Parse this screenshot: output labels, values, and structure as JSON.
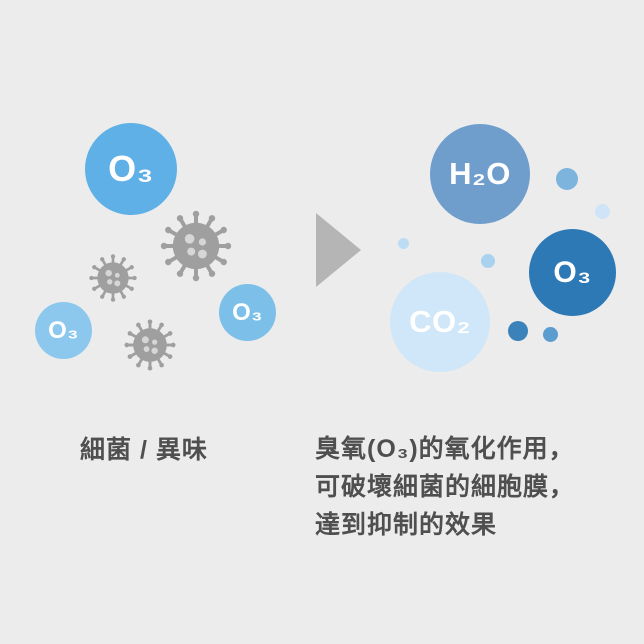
{
  "diagram": {
    "left_group": {
      "o3_large_label": "O₃",
      "o3_small_label": "O₃",
      "o3_medium_label": "O₃",
      "caption": "細菌 / 異味"
    },
    "right_group": {
      "h2o_label": "H₂O",
      "co2_label": "CO₂",
      "o3_label": "O₃",
      "caption_lines": {
        "line1": "臭氧(O₃)的氧化作用，",
        "line2": "可破壞細菌的細胞膜，",
        "line3": "達到抑制的效果"
      }
    },
    "icons": {
      "virus": "germ-virus-icon",
      "arrow": "right-arrow-triangle-icon"
    },
    "colors": {
      "background": "#ececec",
      "o3_blue_large": "#5fb0e6",
      "o3_blue_light": "#8cc8ee",
      "o3_blue_medium": "#7cc0ea",
      "virus_gray": "#9f9f9f",
      "arrow_gray": "#b5b5b5",
      "h2o_blue": "#6f9ecd",
      "co2_light_blue": "#cfe7f8",
      "o3_dark_blue": "#2c79b6",
      "caption_text": "#4f4f4f"
    }
  }
}
